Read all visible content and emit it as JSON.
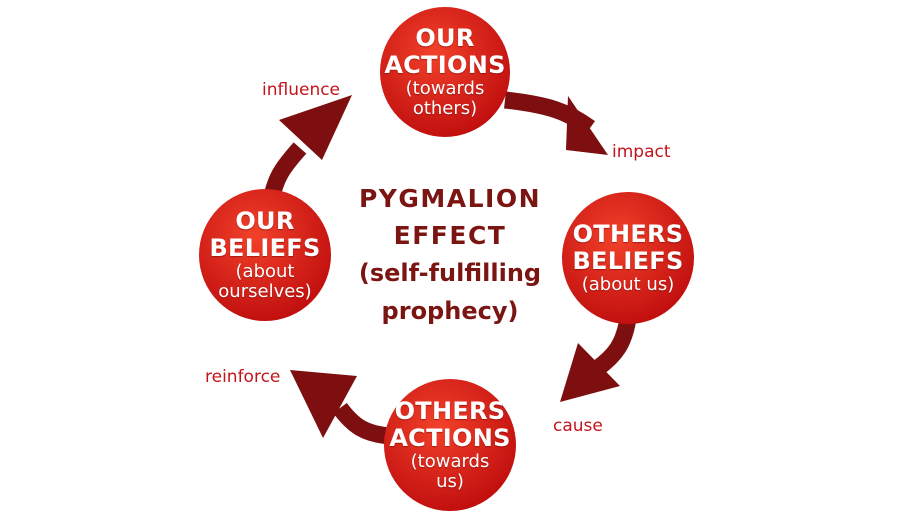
{
  "title": {
    "line1": "PYGMALION",
    "line2": "EFFECT",
    "line3": "(self-fulfilling",
    "line4": "prophecy)"
  },
  "nodes": {
    "our_actions": {
      "line1": "OUR",
      "line2": "ACTIONS",
      "sub1": "(towards",
      "sub2": "others)"
    },
    "others_beliefs": {
      "line1": "OTHERS",
      "line2": "BELIEFS",
      "sub1": "(about us)"
    },
    "others_actions": {
      "line1": "OTHERS",
      "line2": "ACTIONS",
      "sub1": "(towards",
      "sub2": "us)"
    },
    "our_beliefs": {
      "line1": "OUR",
      "line2": "BELIEFS",
      "sub1": "(about",
      "sub2": "ourselves)"
    }
  },
  "edges": {
    "impact": "impact",
    "cause": "cause",
    "reinforce": "reinforce",
    "influence": "influence"
  },
  "colors": {
    "circle_light": "#f2412a",
    "circle_dark": "#c2100f",
    "arrow": "#7d0f10",
    "label": "#c3141c",
    "title": "#7b1512"
  }
}
